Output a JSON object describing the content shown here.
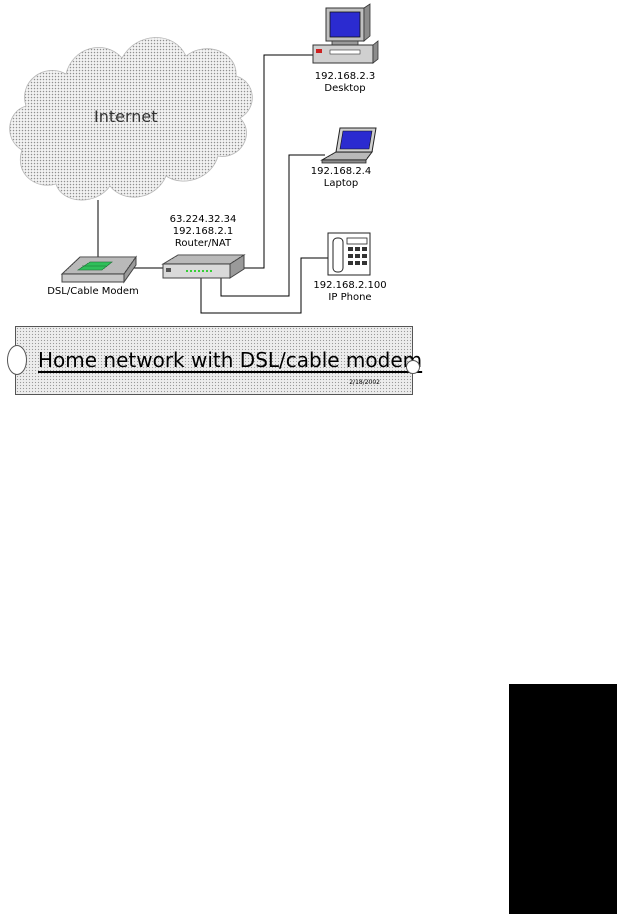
{
  "cloud": {
    "label": "Internet"
  },
  "modem": {
    "label": "DSL/Cable Modem"
  },
  "router": {
    "wan_ip": "63.224.32.34",
    "lan_ip": "192.168.2.1",
    "label": "Router/NAT"
  },
  "desktop": {
    "ip": "192.168.2.3",
    "label": "Desktop"
  },
  "laptop": {
    "ip": "192.168.2.4",
    "label": "Laptop"
  },
  "phone": {
    "ip": "192.168.2.100",
    "label": "IP Phone"
  },
  "banner": {
    "title": "Home network with DSL/cable modem",
    "date": "2/18/2002"
  },
  "colors": {
    "screen": "#2b2bd0",
    "modem_green": "#2fbf5a",
    "led_green": "#00cc00",
    "accent_red": "#cc2222",
    "stipple": "#9a9a9a"
  }
}
